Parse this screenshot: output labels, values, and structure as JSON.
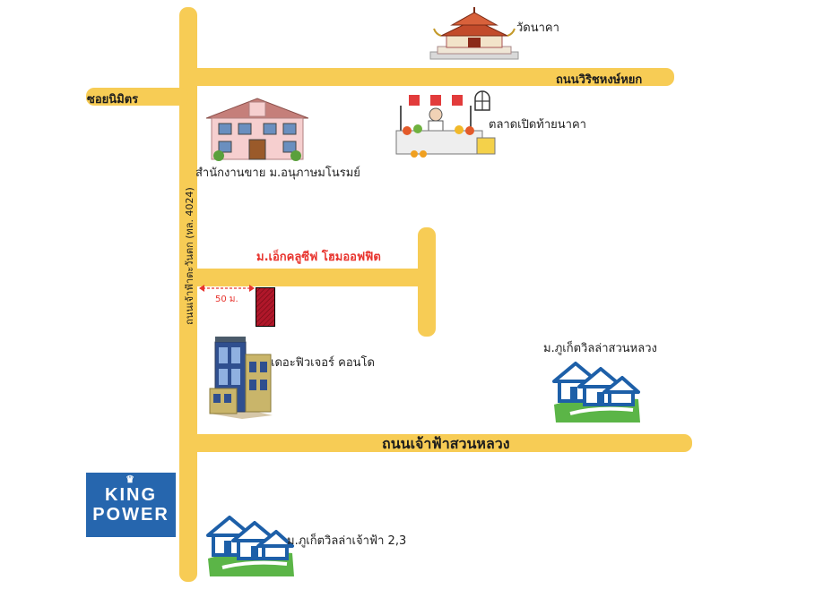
{
  "roads": {
    "main_vertical": "ถนนเจ้าฟ้าตะวันตก (ทล. 4024)",
    "top_horizontal": "ถนนวิริชหงษ์หยก",
    "soi_left": "ซอยนิมิตร",
    "bottom_horizontal": "ถนนเจ้าฟ้าสวนหลวง"
  },
  "places": {
    "temple": "วัดนาคา",
    "market": "ตลาดเปิดท้ายนาคา",
    "sales_office": "สำนักงานขาย ม.อนุภาษมโนรมย์",
    "project": "ม.เอ็กคลูซีฟ โฮมออฟฟิต",
    "distance": "50 ม.",
    "condo": "เดอะฟิวเจอร์ คอนโด",
    "village_right": "ม.ภูเก็ตวิลล่าสวนหลวง",
    "village_bottom": "ม.ภูเก็ตวิลล่าเจ้าฟ้า 2,3"
  },
  "logo": {
    "line1": "KING",
    "line2": "POWER"
  },
  "colors": {
    "road": "#f7cc55",
    "project_label": "#e8342e",
    "target_lot": "#b0172a",
    "logo_bg": "#2666ae",
    "house_blue": "#1d5fa8",
    "grass": "#5bb547"
  }
}
